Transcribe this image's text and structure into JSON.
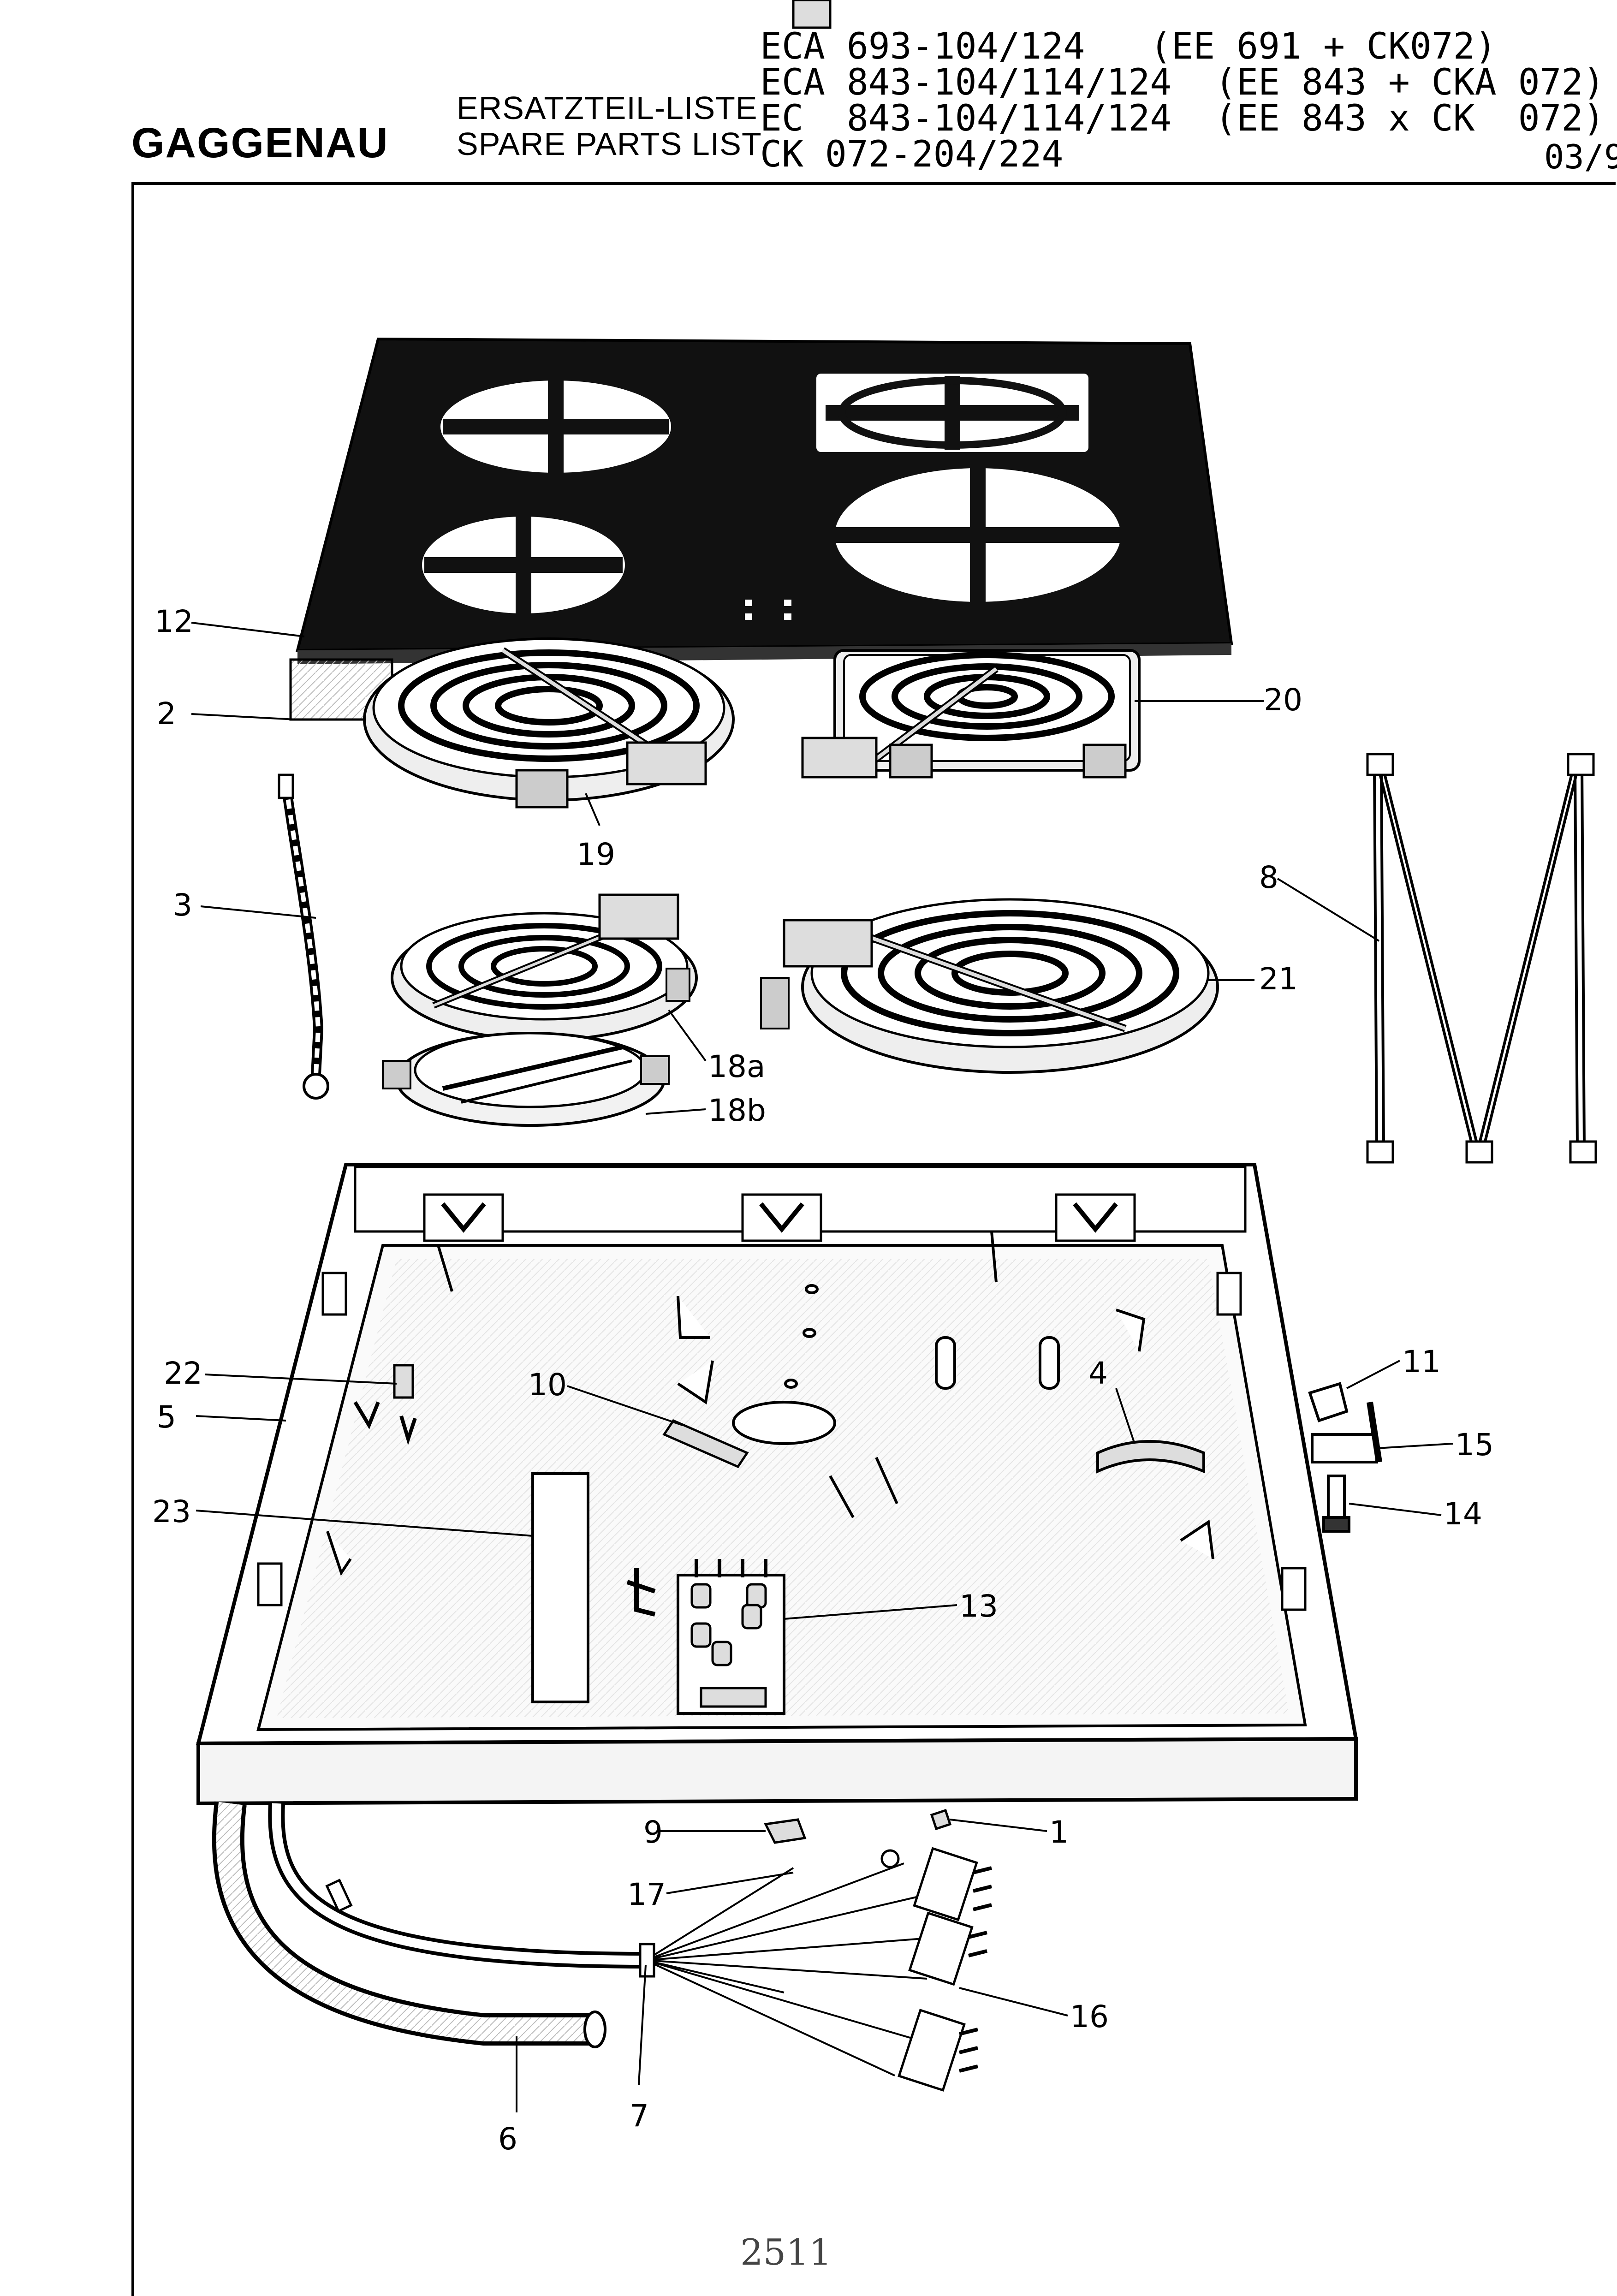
{
  "header": {
    "brand": "GAGGENAU",
    "label_de": "ERSATZTEIL-LISTE",
    "label_en": "SPARE PARTS LIST",
    "models": [
      "ECA 693-104/124   (EE 691 + CK072)",
      "ECA 843-104/114/124  (EE 843 + CKA 072)",
      "EC  843-104/114/124  (EE 843 x CK  072)",
      "CK 072-204/224"
    ],
    "date": "03/9"
  },
  "callouts": {
    "p1": "1",
    "p2": "2",
    "p3": "3",
    "p4": "4",
    "p5": "5",
    "p6": "6",
    "p7": "7",
    "p8": "8",
    "p9": "9",
    "p10": "10",
    "p11": "11",
    "p12": "12",
    "p13": "13",
    "p14": "14",
    "p15": "15",
    "p16": "16",
    "p17": "17",
    "p18a": "18a",
    "p18b": "18b",
    "p19": "19",
    "p20": "20",
    "p21": "21",
    "p22": "22",
    "p23": "23"
  },
  "footer": {
    "handwritten_note": "2511"
  }
}
